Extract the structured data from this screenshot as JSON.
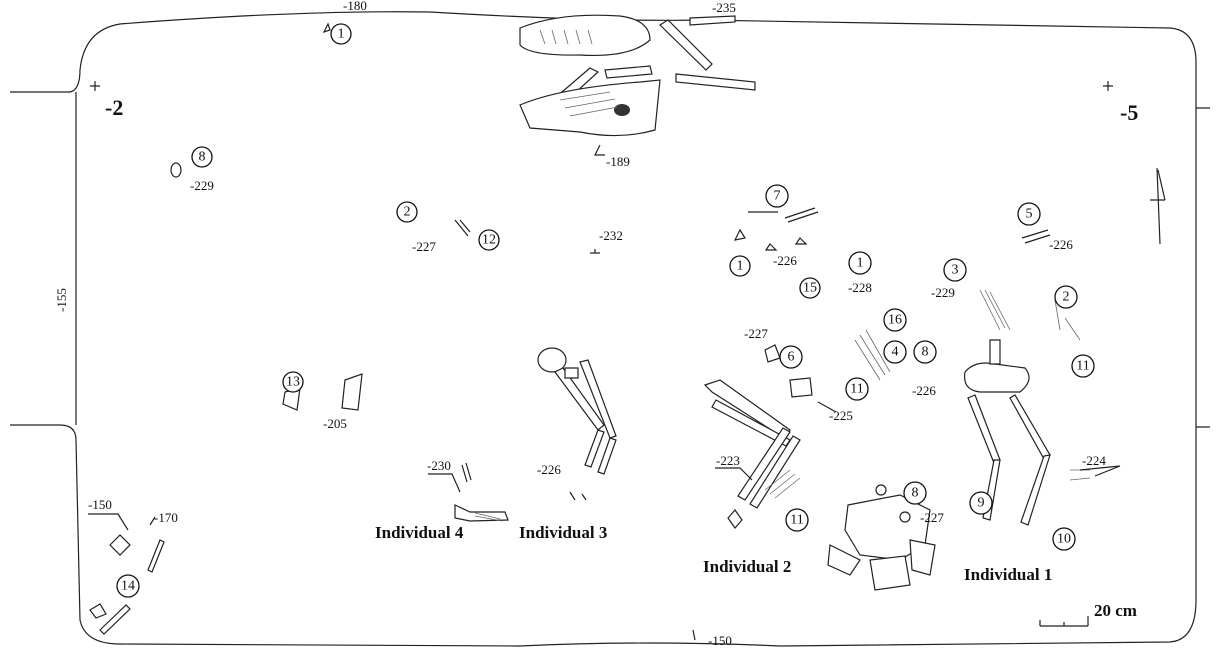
{
  "grid_markers": [
    "-2",
    "-5"
  ],
  "wall_labels": [
    "-155",
    "-150"
  ],
  "scale_label": "20 cm",
  "depths": [
    "-180",
    "-235",
    "-189",
    "-229",
    "-227",
    "-232",
    "-226",
    "-228",
    "-226",
    "-229",
    "-227",
    "-225",
    "-226",
    "-205",
    "-230",
    "-226",
    "-223",
    "-224",
    "-227",
    "-150",
    "-170"
  ],
  "finds": [
    "1",
    "8",
    "2",
    "12",
    "7",
    "1",
    "1",
    "15",
    "5",
    "3",
    "2",
    "16",
    "6",
    "4",
    "8",
    "11",
    "11",
    "13",
    "8",
    "9",
    "10",
    "11",
    "14"
  ],
  "individuals": [
    "Individual 4",
    "Individual 3",
    "Individual 2",
    "Individual 1"
  ]
}
